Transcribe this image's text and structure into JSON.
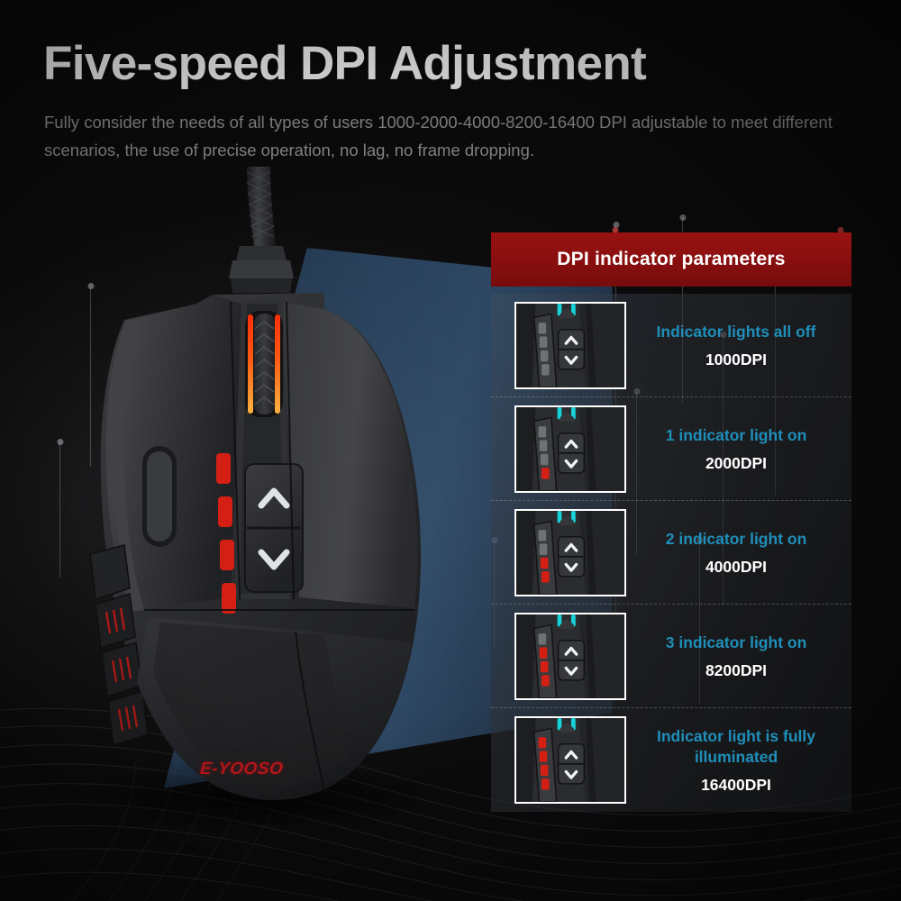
{
  "headline": "Five-speed DPI Adjustment",
  "subheadline": "Fully consider the needs of all types of users 1000-2000-4000-8200-16400 DPI adjustable to meet different scenarios, the use of precise operation, no lag, no frame dropping.",
  "product": {
    "brand": "E-YOOSO",
    "indicator_segments": 4,
    "scroll_light_color": "#ff5a12",
    "side_button_accent": "#c01a16"
  },
  "panel": {
    "header_label": "DPI indicator parameters",
    "header_color": "#8a0f0f",
    "title_color": "#1f8fb9",
    "dpi_color": "#ffffff",
    "rows": [
      {
        "title": "Indicator lights all off",
        "dpi": "1000DPI",
        "lit": 0,
        "wheel_color": "#16d3da"
      },
      {
        "title": "1 indicator light on",
        "dpi": "2000DPI",
        "lit": 1,
        "wheel_color": "#16d3da"
      },
      {
        "title": "2 indicator light on",
        "dpi": "4000DPI",
        "lit": 2,
        "wheel_color": "#16d3da"
      },
      {
        "title": "3 indicator light on",
        "dpi": "8200DPI",
        "lit": 3,
        "wheel_color": "#16d3da"
      },
      {
        "title": "Indicator light is\nfully illuminated",
        "dpi": "16400DPI",
        "lit": 4,
        "wheel_color": "#16d3da"
      }
    ],
    "indicator_on_color": "#d31f14",
    "indicator_off_color": "#6e7275"
  },
  "background": {
    "base_color": "#0b0b0c",
    "spotlight_color": "#4a7aae"
  }
}
